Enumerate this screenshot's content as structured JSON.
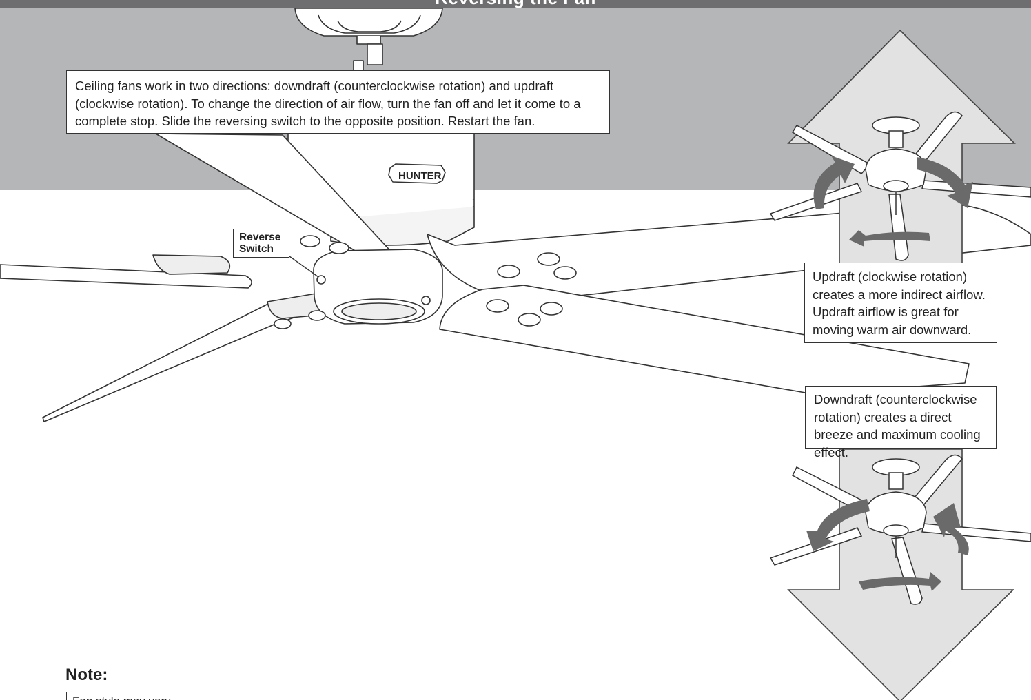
{
  "header": {
    "title": "Reversing the Fan"
  },
  "fan": {
    "brand": "HUNTER",
    "switch_label_line1": "Reverse",
    "switch_label_line2": "Switch"
  },
  "callouts": {
    "intro": "Ceiling fans work in two directions: downdraft (counterclockwise rotation) and updraft (clockwise rotation). To change the direction of air flow, turn the fan off and let it come to a complete stop. Slide the reversing switch to the opposite position. Restart the fan.",
    "updraft": "Updraft (clockwise rotation) creates a more indirect airflow. Updraft airflow is great for moving warm air downward.",
    "downdraft": "Downdraft (counterclockwise rotation) creates a direct breeze and maximum cooling effect."
  },
  "note": {
    "heading": "Note:",
    "text": "Fan style may vary."
  },
  "colors": {
    "header": "#6e6e70",
    "ceiling": "#b5b6b8",
    "arrow": "#dcdcdc",
    "rotation_arrow": "#6a6a6a"
  },
  "icons": {
    "up_arrow": "large-up-arrow-icon",
    "down_arrow": "large-down-arrow-icon",
    "rotation": "curved-rotation-arrow-icon"
  }
}
